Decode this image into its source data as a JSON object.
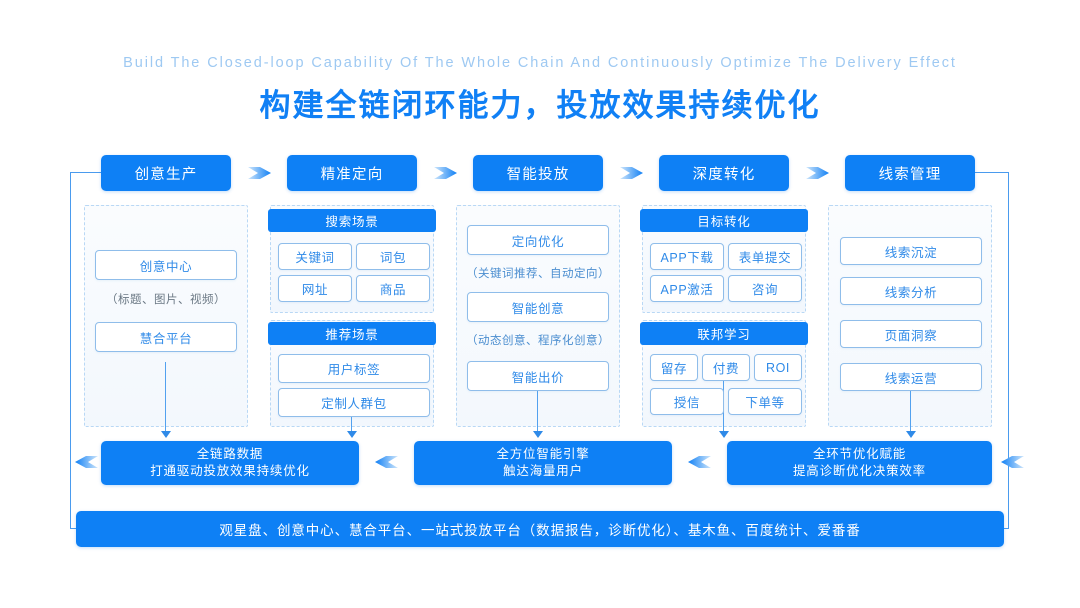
{
  "title": {
    "en": "Build The Closed-loop Capability Of The Whole Chain And Continuously Optimize The Delivery Effect",
    "cn": "构建全链闭环能力，投放效果持续优化"
  },
  "colors": {
    "brand_blue": "#0e80f5",
    "chip_border": "#8fbdea",
    "chip_text": "#2f8ae8",
    "dashed_border": "#b9d8f5",
    "title_en": "#9ec9f2"
  },
  "stages": [
    {
      "header": "创意生产",
      "sections": [
        {
          "caption": "",
          "chips": [
            "创意中心"
          ],
          "note": "（标题、图片、视频）"
        },
        {
          "caption": "",
          "chips": [
            "慧合平台"
          ],
          "note": ""
        }
      ]
    },
    {
      "header": "精准定向",
      "sections": [
        {
          "caption": "搜索场景",
          "chips": [
            "关键词",
            "词包",
            "网址",
            "商品"
          ],
          "note": ""
        },
        {
          "caption": "推荐场景",
          "chips": [
            "用户标签",
            "定制人群包"
          ],
          "note": ""
        }
      ]
    },
    {
      "header": "智能投放",
      "sections": [
        {
          "caption": "",
          "chips": [
            "定向优化"
          ],
          "note": "（关键词推荐、自动定向）"
        },
        {
          "caption": "",
          "chips": [
            "智能创意"
          ],
          "note": "（动态创意、程序化创意）"
        },
        {
          "caption": "",
          "chips": [
            "智能出价"
          ],
          "note": ""
        }
      ]
    },
    {
      "header": "深度转化",
      "sections": [
        {
          "caption": "目标转化",
          "chips": [
            "APP下载",
            "表单提交",
            "APP激活",
            "咨询"
          ],
          "note": ""
        },
        {
          "caption": "联邦学习",
          "chips": [
            "留存",
            "付费",
            "ROI",
            "授信",
            "下单等"
          ],
          "note": ""
        }
      ]
    },
    {
      "header": "线索管理",
      "sections": [
        {
          "caption": "",
          "chips": [
            "线索沉淀",
            "线索分析",
            "页面洞察",
            "线索运营"
          ],
          "note": ""
        }
      ]
    }
  ],
  "stage_headers": {
    "s0": "创意生产",
    "s1": "精准定向",
    "s2": "智能投放",
    "s3": "深度转化",
    "s4": "线索管理"
  },
  "col1": {
    "chip1": "创意中心",
    "note1": "（标题、图片、视频）",
    "chip2": "慧合平台"
  },
  "col2": {
    "sec1_caption": "搜索场景",
    "c1": "关键词",
    "c2": "词包",
    "c3": "网址",
    "c4": "商品",
    "sec2_caption": "推荐场景",
    "c5": "用户标签",
    "c6": "定制人群包"
  },
  "col3": {
    "chip1": "定向优化",
    "note1": "（关键词推荐、自动定向）",
    "chip2": "智能创意",
    "note2": "（动态创意、程序化创意）",
    "chip3": "智能出价"
  },
  "col4": {
    "sec1_caption": "目标转化",
    "c1": "APP下载",
    "c2": "表单提交",
    "c3": "APP激活",
    "c4": "咨询",
    "sec2_caption": "联邦学习",
    "c5": "留存",
    "c6": "付费",
    "c7": "ROI",
    "c8": "授信",
    "c9": "下单等"
  },
  "col5": {
    "c1": "线索沉淀",
    "c2": "线索分析",
    "c3": "页面洞察",
    "c4": "线索运营"
  },
  "summary": [
    {
      "line1": "全链路数据",
      "line2": "打通驱动投放效果持续优化"
    },
    {
      "line1": "全方位智能引擎",
      "line2": "触达海量用户"
    },
    {
      "line1": "全环节优化赋能",
      "line2": "提高诊断优化决策效率"
    }
  ],
  "summary_boxes": {
    "b0_l1": "全链路数据",
    "b0_l2": "打通驱动投放效果持续优化",
    "b1_l1": "全方位智能引擎",
    "b1_l2": "触达海量用户",
    "b2_l1": "全环节优化赋能",
    "b2_l2": "提高诊断优化决策效率"
  },
  "bottom_bar": {
    "text": "观星盘、创意中心、慧合平台、一站式投放平台（数据报告，诊断优化）、基木鱼、百度统计、爱番番"
  }
}
